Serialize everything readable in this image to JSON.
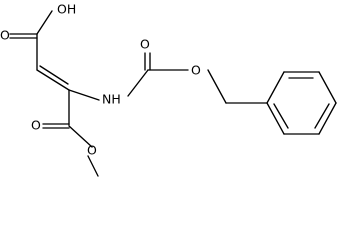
{
  "molecule": {
    "atom_labels": {
      "carboxylic_oh": "OH",
      "carboxylic_o": "O",
      "carbamate_o": "O",
      "carbamate_ester_o": "O",
      "amine_nh": "NH",
      "ester_o": "O",
      "methoxy_o": "O"
    }
  }
}
